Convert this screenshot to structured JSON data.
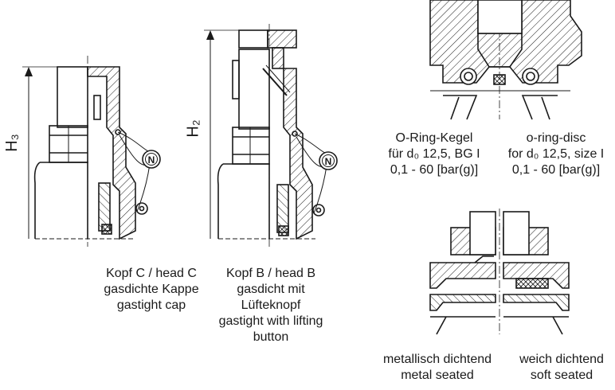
{
  "head_c": {
    "dim_label": "H₃",
    "line1": "Kopf C / head C",
    "line2": "gasdichte Kappe",
    "line3": "gastight cap"
  },
  "head_b": {
    "dim_label": "H₂",
    "line1": "Kopf B / head B",
    "line2": "gasdicht mit",
    "line3": "Lüfteknopf",
    "line4": "gastight with lifting",
    "line5": "button"
  },
  "oring": {
    "de_title": "O-Ring-Kegel",
    "de_size": "für d₀ 12,5, BG I",
    "de_range": "0,1 - 60 [bar(g)]",
    "en_title": "o-ring-disc",
    "en_size": "for d₀ 12,5, size I",
    "en_range": "0,1 - 60 [bar(g)]"
  },
  "seat": {
    "metal_de": "metallisch dichtend",
    "metal_en": "metal seated",
    "soft_de": "weich dichtend",
    "soft_en": "soft seated"
  },
  "seal_symbol": "N",
  "colors": {
    "line": "#1a1a1a",
    "background": "#ffffff"
  }
}
